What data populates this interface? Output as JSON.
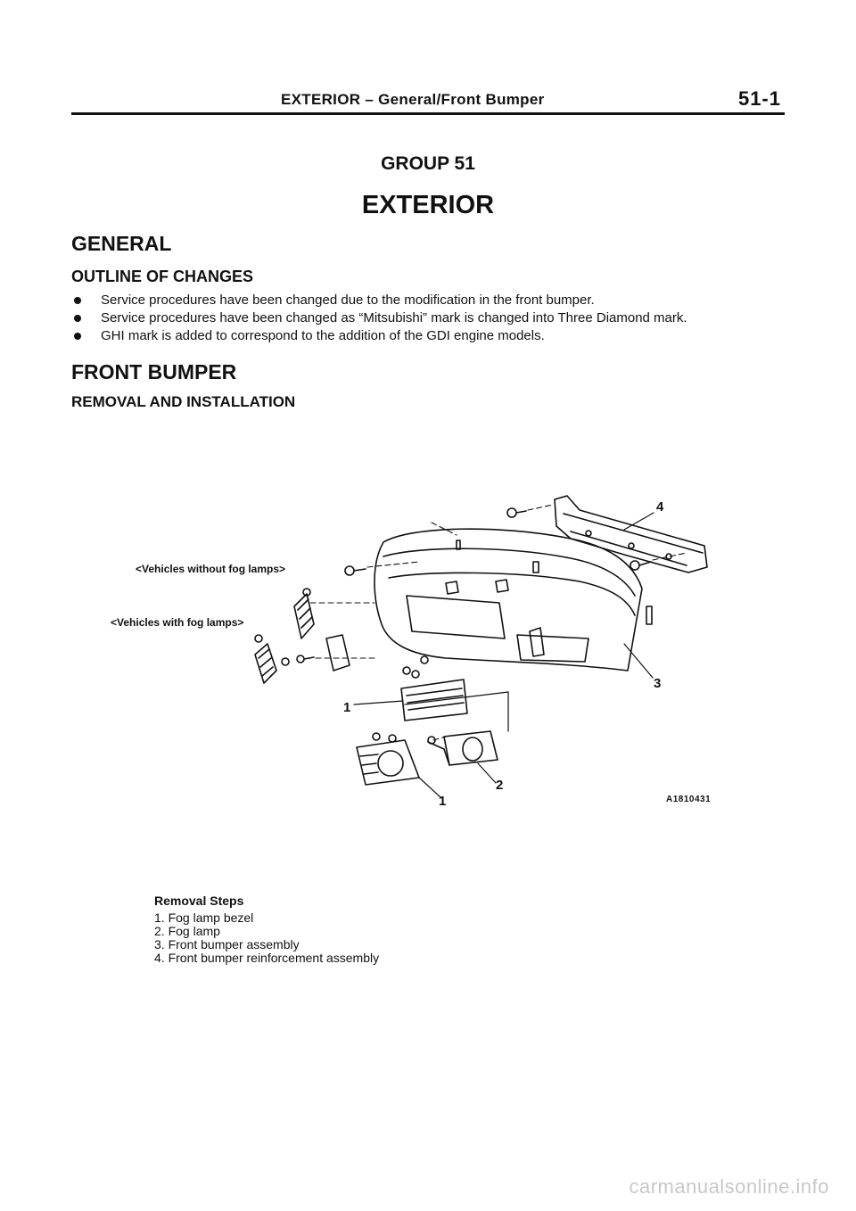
{
  "header": {
    "title": "EXTERIOR – General/Front Bumper",
    "page_number": "51-1"
  },
  "group": {
    "label": "GROUP 51",
    "name": "EXTERIOR"
  },
  "general": {
    "heading": "GENERAL",
    "subheading": "OUTLINE OF CHANGES",
    "bullets": [
      "Service procedures have been changed due to the modification in the front bumper.",
      "Service procedures have been changed as “Mitsubishi” mark is changed into Three Diamond mark.",
      "GHI mark is added to correspond to the addition of the GDI engine models."
    ]
  },
  "front_bumper": {
    "heading": "FRONT BUMPER",
    "subheading": "REMOVAL AND INSTALLATION"
  },
  "diagram": {
    "variant_labels": [
      "<Vehicles without fog lamps>",
      "<Vehicles with fog lamps>"
    ],
    "callouts": [
      "4",
      "3",
      "1",
      "2",
      "1"
    ],
    "figure_id": "A1810431"
  },
  "removal_steps": {
    "title": "Removal Steps",
    "items": [
      "1. Fog lamp bezel",
      "2. Fog lamp",
      "3. Front bumper assembly",
      "4. Front bumper reinforcement assembly"
    ]
  },
  "watermark": "carmanualsonline.info"
}
